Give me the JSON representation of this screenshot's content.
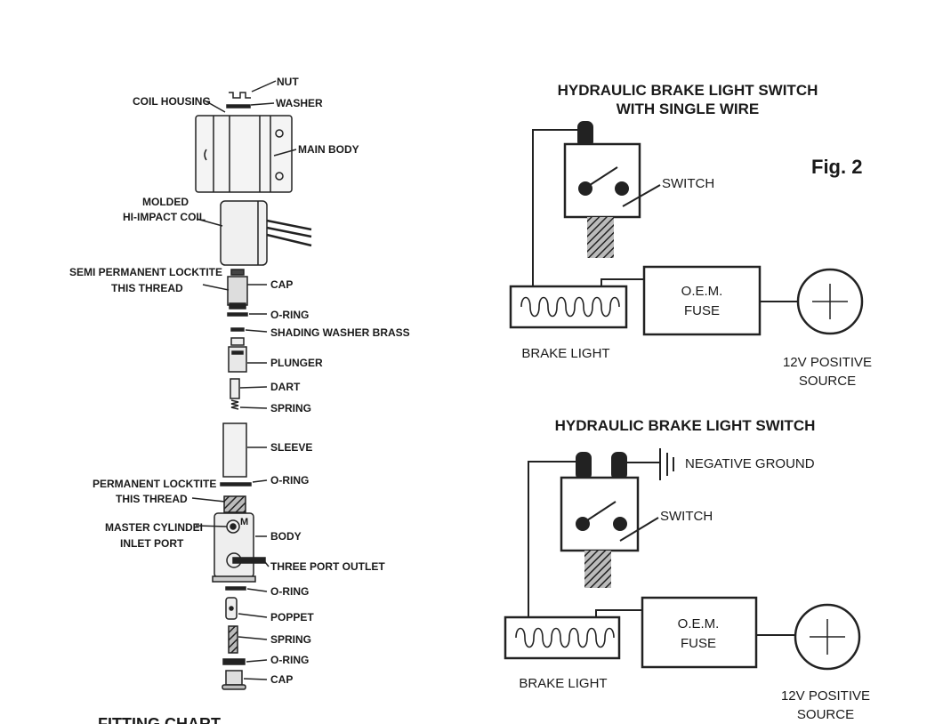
{
  "exploded_view": {
    "labels": {
      "nut": "NUT",
      "washer": "WASHER",
      "coil_housing": "COIL HOUSING",
      "main_body": "MAIN BODY",
      "molded_1": "MOLDED",
      "molded_2": "HI-IMPACT COIL",
      "semi_locktite_1": "SEMI PERMANENT LOCKTITE",
      "semi_locktite_2": "THIS THREAD",
      "cap_top": "CAP",
      "oring_1": "O-RING",
      "shading_washer": "SHADING WASHER BRASS",
      "plunger": "PLUNGER",
      "dart": "DART",
      "spring_1": "SPRING",
      "sleeve": "SLEEVE",
      "oring_2": "O-RING",
      "perm_locktite_1": "PERMANENT LOCKTITE",
      "perm_locktite_2": "THIS THREAD",
      "master_cyl_1": "MASTER CYLINDEI",
      "master_cyl_2": "INLET PORT",
      "body": "BODY",
      "body_mark": "M",
      "three_port": "THREE PORT OUTLET",
      "oring_3": "O-RING",
      "poppet": "POPPET",
      "spring_2": "SPRING",
      "oring_4": "O-RING",
      "cap_bottom": "CAP",
      "fitting_chart": "FITTING CHART"
    }
  },
  "figure": {
    "fig_label": "Fig. 2",
    "top": {
      "title_1": "HYDRAULIC BRAKE LIGHT SWITCH",
      "title_2": "WITH SINGLE WIRE",
      "switch": "SWITCH",
      "fuse_1": "O.E.M.",
      "fuse_2": "FUSE",
      "brake_light": "BRAKE LIGHT",
      "source_1": "12V POSITIVE",
      "source_2": "SOURCE"
    },
    "bottom": {
      "title": "HYDRAULIC BRAKE LIGHT SWITCH",
      "ground": "NEGATIVE GROUND",
      "switch": "SWITCH",
      "fuse_1": "O.E.M.",
      "fuse_2": "FUSE",
      "brake_light": "BRAKE LIGHT",
      "source_1": "12V POSITIVE",
      "source_2": "SOURCE"
    }
  }
}
